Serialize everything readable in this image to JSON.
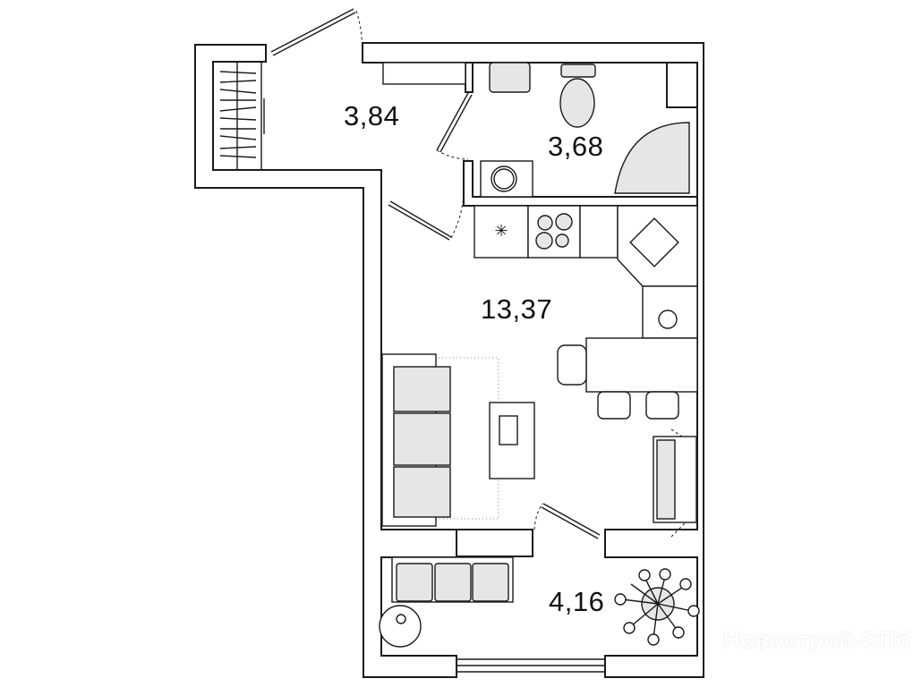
{
  "plan": {
    "rooms": [
      {
        "id": "hall",
        "area": "3,84"
      },
      {
        "id": "bathroom",
        "area": "3,68"
      },
      {
        "id": "studio",
        "area": "13,37"
      },
      {
        "id": "loggia",
        "area": "4,16"
      }
    ]
  },
  "watermark": "Новострой-СПб"
}
